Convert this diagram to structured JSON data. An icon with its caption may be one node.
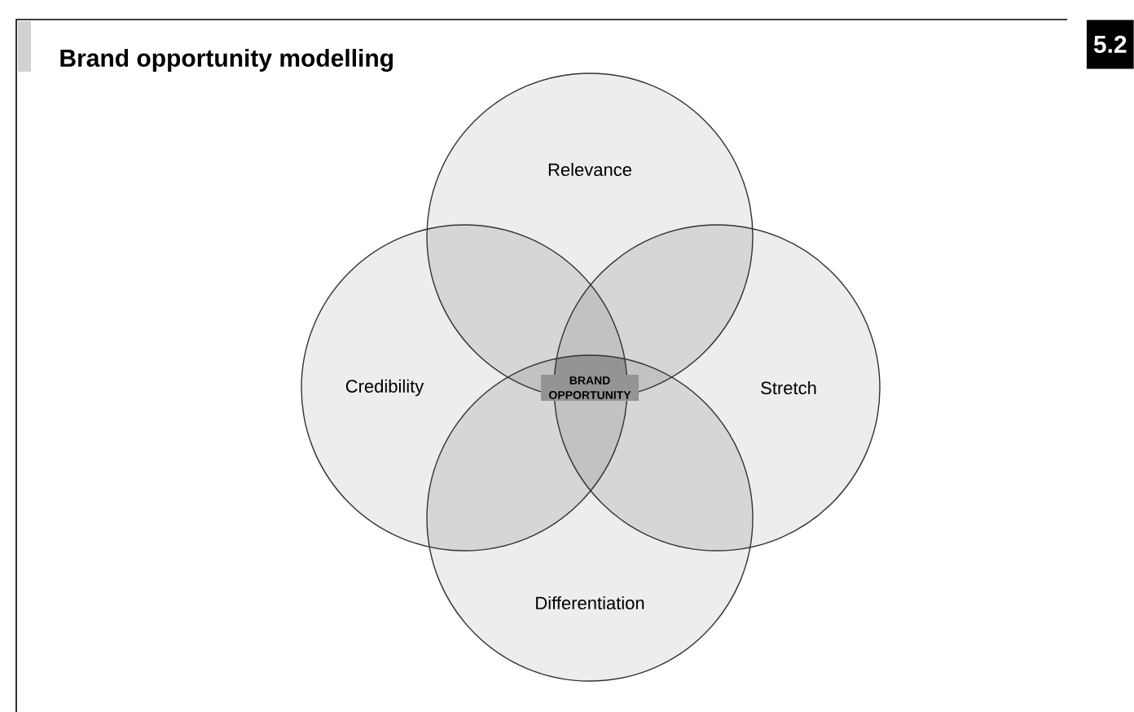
{
  "diagram": {
    "title": "Brand opportunity modelling",
    "nodes": [
      {
        "text": [
          "Relevance"
        ]
      },
      {
        "text": [
          "Credibility"
        ]
      },
      {
        "text": [
          "Stretch"
        ]
      },
      {
        "text": [
          "BRAND OPPORTUNITY"
        ]
      },
      {
        "text": [
          "Differentiation"
        ]
      }
    ],
    "labels": [
      "5.2"
    ]
  }
}
